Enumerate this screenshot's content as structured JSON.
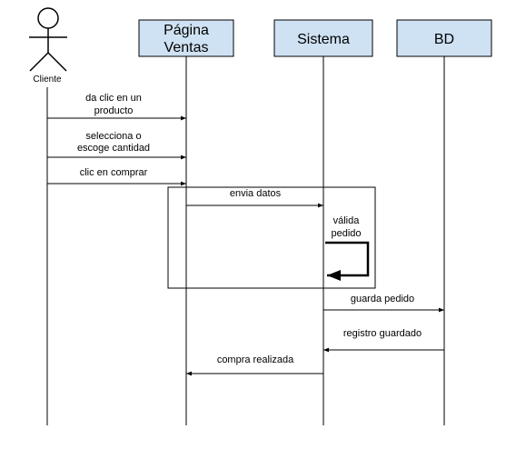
{
  "participants": {
    "actor": "Cliente",
    "pagina_line1": "Página",
    "pagina_line2": "Ventas",
    "sistema": "Sistema",
    "bd": "BD"
  },
  "messages": {
    "m1_line1": "da clic en un",
    "m1_line2": "producto",
    "m2_line1": "selecciona o",
    "m2_line2": "escoge cantidad",
    "m3": "clic en comprar",
    "m4": "envia datos",
    "m5_line1": "válida",
    "m5_line2": "pedido",
    "m6": "guarda pedido",
    "m7": "registro guardado",
    "m8": "compra realizada"
  }
}
